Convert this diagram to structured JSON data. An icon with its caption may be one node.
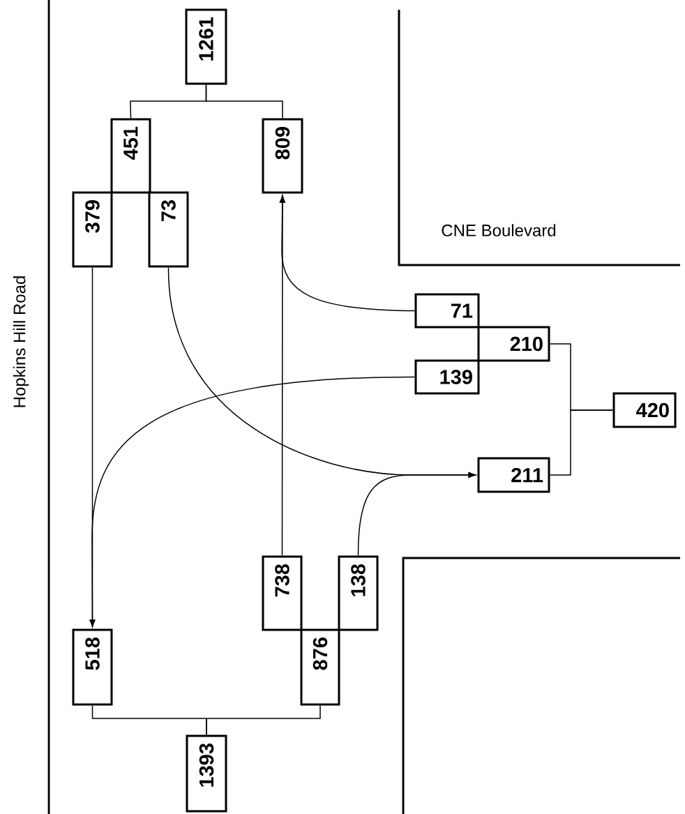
{
  "diagram": {
    "nodes": [
      {
        "text": [
          "1261"
        ]
      },
      {
        "text": [
          "451"
        ]
      },
      {
        "text": [
          "809"
        ]
      },
      {
        "text": [
          "379"
        ]
      },
      {
        "text": [
          "73"
        ]
      },
      {
        "text": [
          "71"
        ]
      },
      {
        "text": [
          "210"
        ]
      },
      {
        "text": [
          "139"
        ]
      },
      {
        "text": [
          "420"
        ]
      },
      {
        "text": [
          "211"
        ]
      },
      {
        "text": [
          "738"
        ]
      },
      {
        "text": [
          "138"
        ]
      },
      {
        "text": [
          "518"
        ]
      },
      {
        "text": [
          "876"
        ]
      },
      {
        "text": [
          "1393"
        ]
      }
    ],
    "edges": [
      {
        "from": 0,
        "to": 1,
        "arrow": "none"
      },
      {
        "from": 0,
        "to": 2,
        "arrow": "none"
      },
      {
        "from": 3,
        "to": 12,
        "arrow": "to"
      },
      {
        "from": 4,
        "to": 9,
        "arrow": "to"
      },
      {
        "from": 5,
        "to": 2,
        "arrow": "to"
      },
      {
        "from": 7,
        "to": 12,
        "arrow": "to"
      },
      {
        "from": 10,
        "to": 2,
        "arrow": "to"
      },
      {
        "from": 11,
        "to": 9,
        "arrow": "to"
      },
      {
        "from": 6,
        "to": 8,
        "arrow": "none"
      },
      {
        "from": 9,
        "to": 8,
        "arrow": "none"
      },
      {
        "from": 12,
        "to": 14,
        "arrow": "none"
      },
      {
        "from": 13,
        "to": 14,
        "arrow": "none"
      }
    ],
    "labels": [
      "Hopkins Hill Road",
      "CNE Boulevard"
    ]
  }
}
